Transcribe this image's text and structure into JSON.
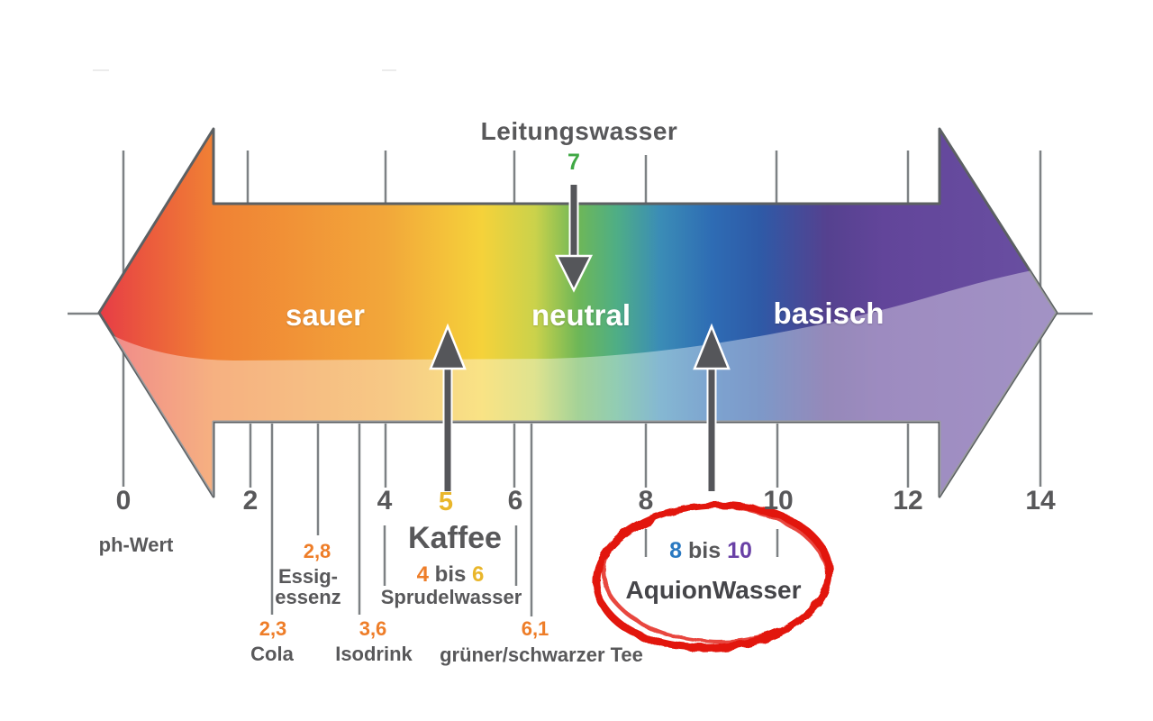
{
  "tap_water": {
    "title": "Leitungswasser",
    "ph": "7"
  },
  "regions": {
    "acid": "sauer",
    "neutral": "neutral",
    "basic": "basisch"
  },
  "axis": {
    "label": "ph-Wert",
    "numbers": [
      {
        "t": "0"
      },
      {
        "t": "2"
      },
      {
        "t": "4"
      },
      {
        "t": "5"
      },
      {
        "t": "6"
      },
      {
        "t": "8"
      },
      {
        "t": "10"
      },
      {
        "t": "12"
      },
      {
        "t": "14"
      }
    ]
  },
  "substances": {
    "essig": {
      "value": "2,8",
      "name_line1": "Essig-",
      "name_line2": "essenz"
    },
    "cola": {
      "value": "2,3",
      "name": "Cola"
    },
    "isodrink": {
      "value": "3,6",
      "name": "Isodrink"
    },
    "kaffee": {
      "name": "Kaffee",
      "from": "4",
      "conj": "bis",
      "to": "6"
    },
    "sprudel": {
      "name": "Sprudelwasser"
    },
    "tee": {
      "value": "6,1",
      "name": "grüner/schwarzer Tee"
    },
    "aquion": {
      "from": "8",
      "conj": "bis",
      "to": "10",
      "name": "AquionWasser"
    }
  },
  "colors": {
    "text_gray": "#58585a",
    "value_orange": "#ee7d28",
    "value_yellow": "#e9b62b",
    "tap_green": "#3fa844",
    "aquion_blue": "#2a79c1",
    "aquion_purple": "#6941a6",
    "highlight_red": "#e2170e",
    "gradient_red": "#e63c46",
    "gradient_orange": "#f08134",
    "gradient_yellow": "#f5d23a",
    "gradient_green": "#6eb757",
    "gradient_blue": "#2e6cb4",
    "gradient_purple": "#6a50a2"
  }
}
